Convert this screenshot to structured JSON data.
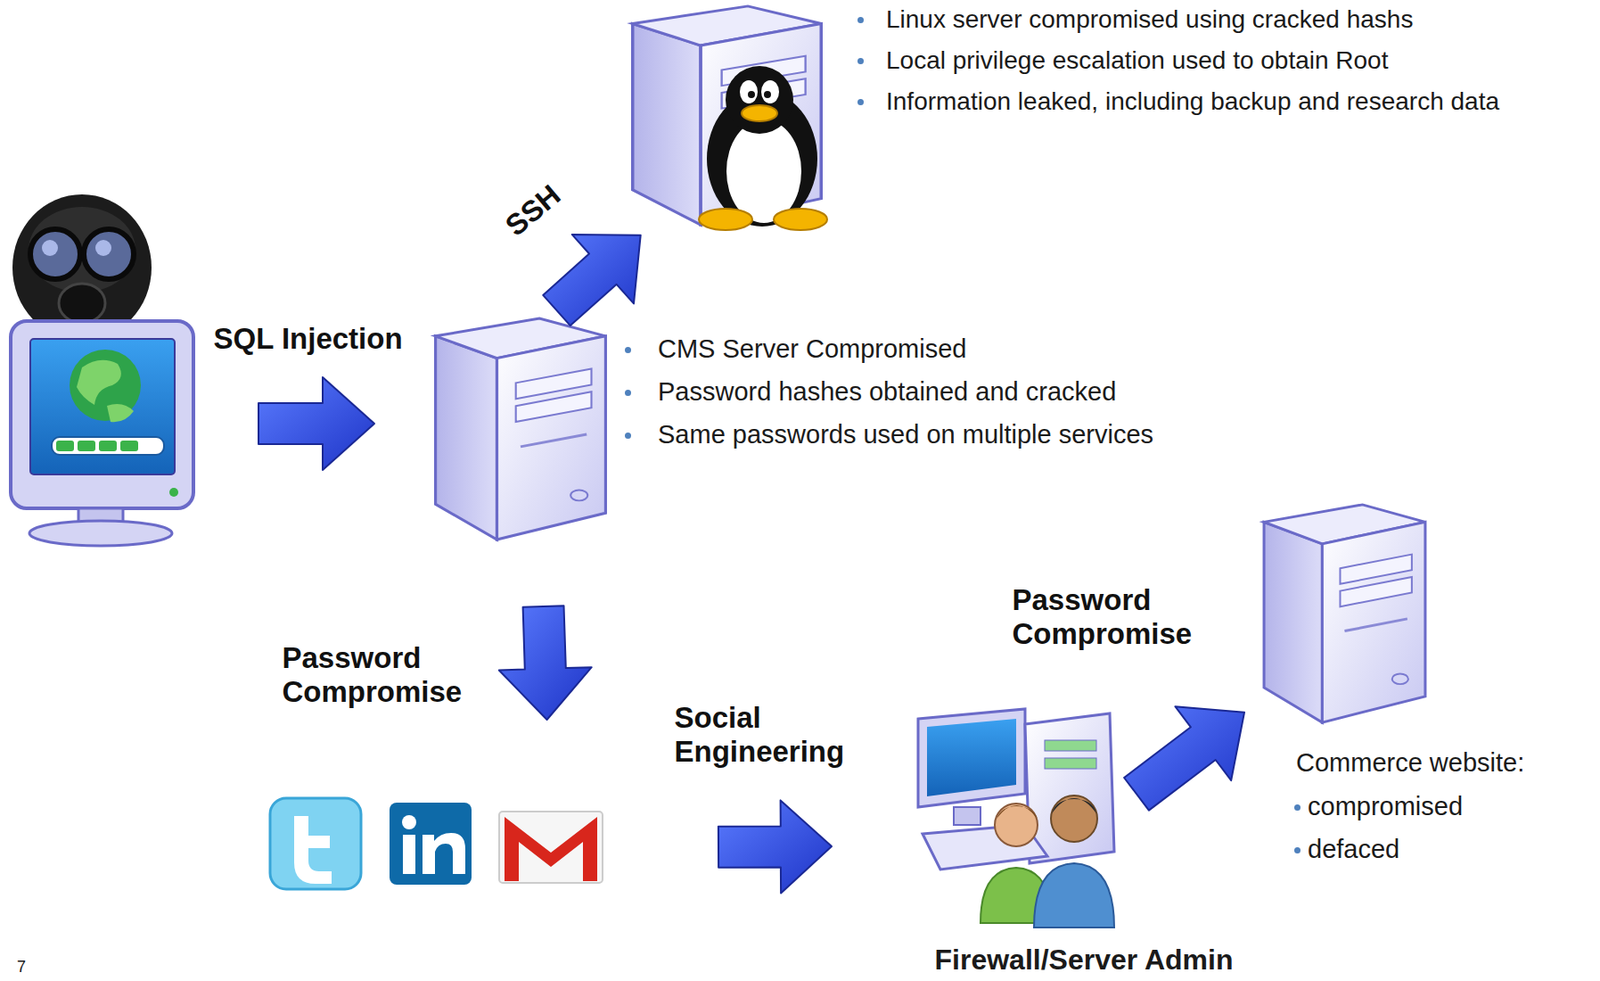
{
  "diagram": {
    "nodes": [
      {
        "text": []
      },
      {
        "text": [
          "CMS Server Compromised",
          "Password hashes obtained and cracked",
          "Same passwords used on multiple services"
        ]
      },
      {
        "text": [
          "Linux server compromised using cracked hashs",
          "Local privilege escalation used to obtain Root",
          "Information leaked, including backup and research data"
        ]
      },
      {
        "text": []
      },
      {
        "text": [
          "Firewall/Server Admin"
        ]
      },
      {
        "text": [
          "Commerce website:",
          "compromised",
          "defaced"
        ]
      }
    ],
    "edges": [
      {
        "from": 0,
        "to": 1,
        "arrow": "to",
        "label": "SQL Injection"
      },
      {
        "from": 1,
        "to": 2,
        "arrow": "to",
        "label": "SSH"
      },
      {
        "from": 1,
        "to": 3,
        "arrow": "to",
        "label": "Password Compromise"
      },
      {
        "from": 3,
        "to": 4,
        "arrow": "to",
        "label": "Social Engineering"
      },
      {
        "from": 4,
        "to": 5,
        "arrow": "to",
        "label": "Password Compromise"
      }
    ],
    "labels": [
      "7"
    ]
  }
}
